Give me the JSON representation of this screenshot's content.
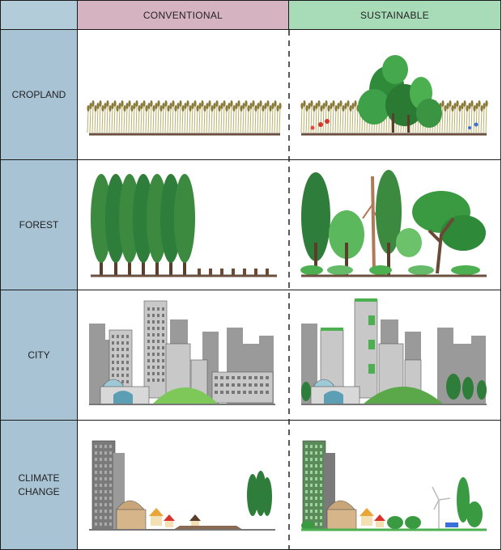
{
  "header": {
    "col1": "CONVENTIONAL",
    "col2": "SUSTAINABLE"
  },
  "rows": [
    {
      "label": "CROPLAND"
    },
    {
      "label": "FOREST"
    },
    {
      "label": "CITY"
    },
    {
      "label_line1": "CLIMATE",
      "label_line2": "CHANGE"
    }
  ],
  "colors": {
    "corner": "#b3ccd9",
    "side": "#a8c3d3",
    "conventional_header": "#d6b3c0",
    "sustainable_header": "#a8dbb8",
    "tree_green": "#2f7d3a",
    "leaf_green": "#4caf50",
    "building_gray": "#8e8e8e",
    "soil": "#6b5040"
  }
}
